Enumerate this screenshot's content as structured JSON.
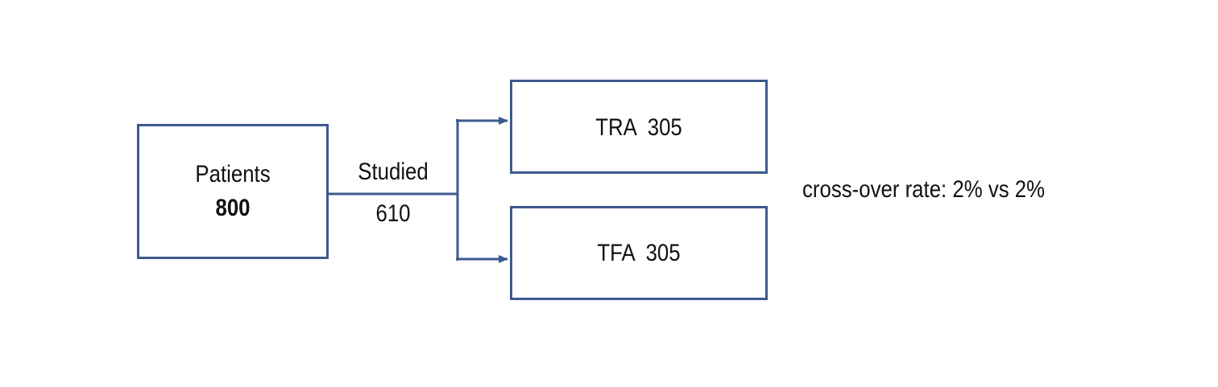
{
  "diagram": {
    "patients": {
      "label": "Patients",
      "count": "800"
    },
    "studied": {
      "label": "Studied",
      "count": "610"
    },
    "arms": [
      {
        "label": "TRA  305"
      },
      {
        "label": "TFA  305"
      }
    ],
    "crossover_text": "cross-over rate: 2% vs 2%"
  },
  "colors": {
    "line": "#3c5a8e",
    "text": "#111111",
    "background": "#ffffff"
  }
}
